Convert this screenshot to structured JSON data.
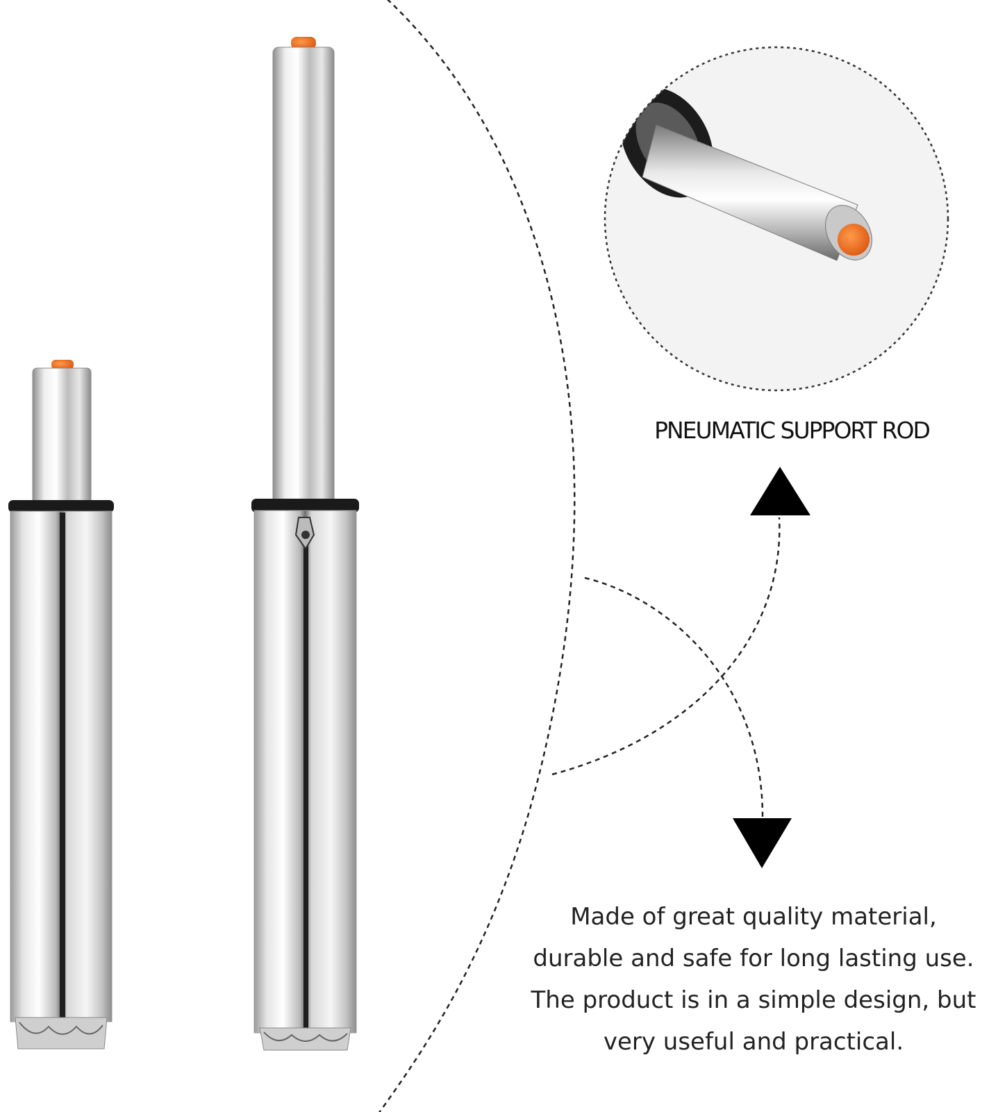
{
  "callout": {
    "label": "PNEUMATIC SUPPORT ROD"
  },
  "description": {
    "lines": [
      "Made of great quality material,",
      "durable and safe for long lasting use.",
      "The product is in a simple design, but",
      "very useful and practical."
    ]
  },
  "colors": {
    "background": "#ffffff",
    "button_orange": "#e8641c",
    "chrome_light": "#f4f4f4",
    "chrome_dark": "#8a8a8a",
    "ink": "#111111"
  },
  "icons": [
    "up-arrow-icon",
    "down-arrow-icon"
  ]
}
